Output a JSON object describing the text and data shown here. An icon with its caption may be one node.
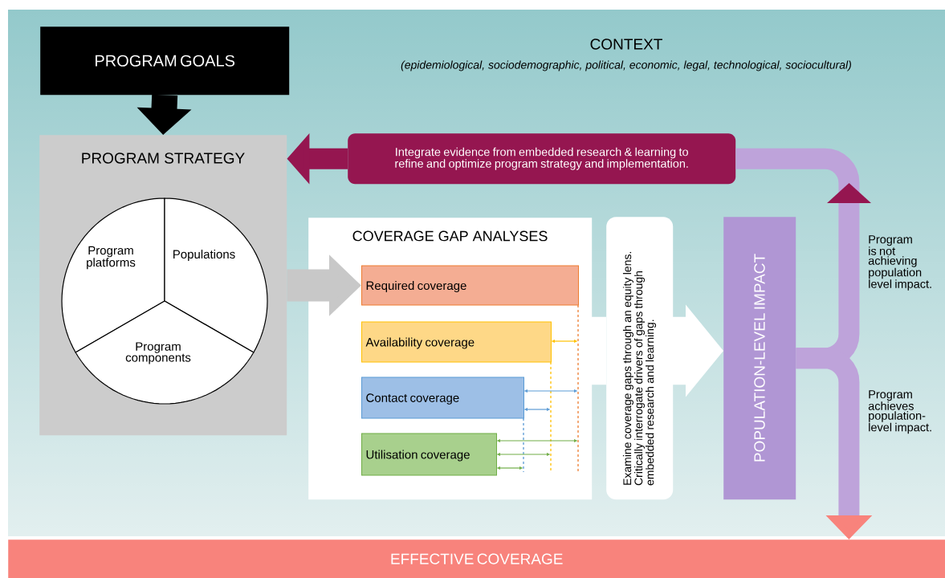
{
  "diagram": {
    "nodes": [
      {
        "text": [
          "PROGRAM GOALS"
        ]
      },
      {
        "text": [
          "PROGRAM STRATEGY"
        ]
      },
      {
        "text": [
          "Program platforms"
        ],
        "in": 1
      },
      {
        "text": [
          "Populations"
        ],
        "in": 1
      },
      {
        "text": [
          "Program components"
        ],
        "in": 1
      },
      {
        "text": [
          "Integrate evidence from embedded research & learning to refine and optimize program strategy and implementation."
        ]
      },
      {
        "text": [
          "COVERAGE GAP ANALYSES"
        ]
      },
      {
        "text": [
          "Required coverage"
        ],
        "in": 6
      },
      {
        "text": [
          "Availability coverage"
        ],
        "in": 6
      },
      {
        "text": [
          "Contact coverage"
        ],
        "in": 6
      },
      {
        "text": [
          "Utilisation coverage"
        ],
        "in": 6
      },
      {
        "text": [
          "Examine coverage gaps through an equity lens. Critically interrogate drivers of gaps through embedded research and learning."
        ]
      },
      {
        "text": [
          "POPULATION-LEVEL IMPACT"
        ]
      },
      {
        "text": [
          "EFFECTIVE COVERAGE"
        ]
      }
    ],
    "edges": [
      {
        "from": 0,
        "to": 1,
        "arrow": "to",
        "color": "#000000"
      },
      {
        "from": 1,
        "to": 7,
        "arrow": "to",
        "color": "#c8c8c8"
      },
      {
        "from": 5,
        "to": 1,
        "arrow": "to",
        "color": "#951650"
      },
      {
        "from": 6,
        "to": 11,
        "arrow": "none",
        "style": "thick",
        "color": "#ffffff"
      },
      {
        "from": 11,
        "to": 12,
        "arrow": "to",
        "style": "thick",
        "color": "#ffffff"
      },
      {
        "from": 12,
        "to": 5,
        "arrow": "to",
        "label": "Program is not achieving population level impact.",
        "color": "#bea3da"
      },
      {
        "from": 12,
        "to": 13,
        "arrow": "to",
        "label": "Program achieves population-level impact.",
        "color": "#bea3da"
      }
    ],
    "labels": [
      "CONTEXT",
      "(epidemiological, sociodemographic, political, economic, legal, technological, sociocultural)"
    ]
  }
}
